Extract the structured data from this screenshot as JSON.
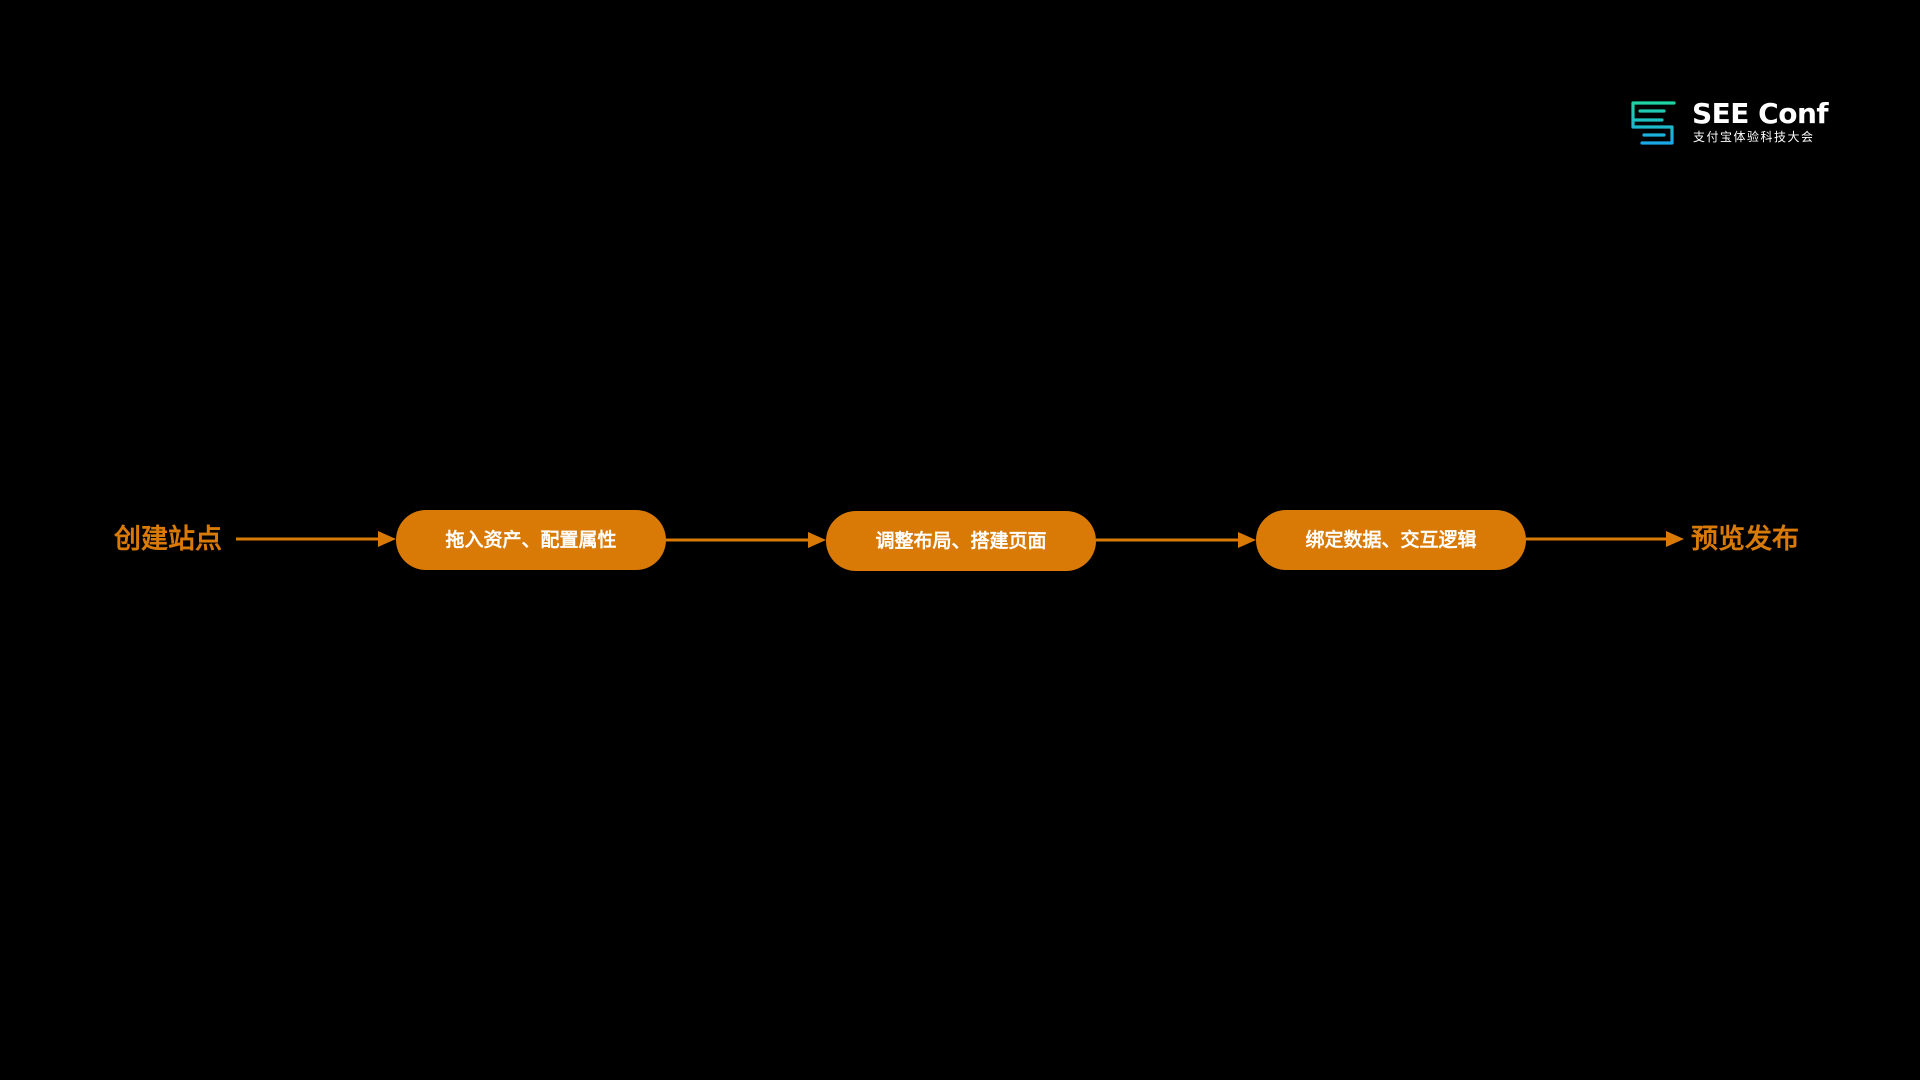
{
  "logo": {
    "title": "SEE Conf",
    "subtitle": "支付宝体验科技大会",
    "colors": {
      "green": "#1fd3a3",
      "blue": "#1aa8e8"
    }
  },
  "flow": {
    "start": "创建站点",
    "steps": [
      "拖入资产、配置属性",
      "调整布局、搭建页面",
      "绑定数据、交互逻辑"
    ],
    "end": "预览发布",
    "accent_color": "#d97a07"
  }
}
